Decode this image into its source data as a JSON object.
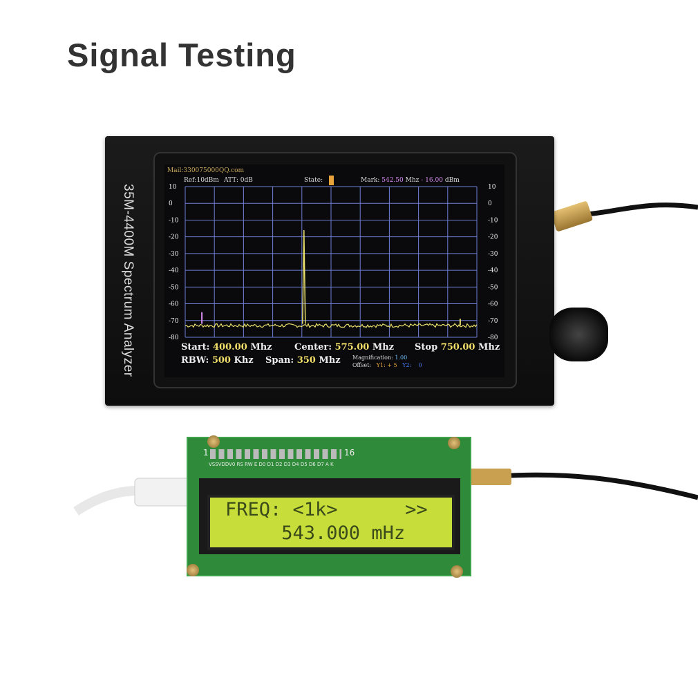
{
  "title": "Signal Testing",
  "analyzer": {
    "side_label": "35M-4400M Spectrum Analyzer",
    "mail": "Mail:330075000QQ.com",
    "ref": "Ref:10dBm",
    "att": "ATT: 0dB",
    "state": "State:",
    "mark_label": "Mark:",
    "mark_freq": "542.50",
    "mark_unit": "Mhz",
    "mark_level": "- 16.00",
    "mark_level_unit": "dBm",
    "y_ticks": [
      "10",
      "0",
      "-10",
      "-20",
      "-30",
      "-40",
      "-50",
      "-60",
      "-70",
      "-80"
    ],
    "start_label": "Start:",
    "start_value": "400.00",
    "start_unit": "Mhz",
    "center_label": "Center:",
    "center_value": "575.00",
    "center_unit": "Mhz",
    "stop_label": "Stop",
    "stop_value": "750.00",
    "stop_unit": "Mhz",
    "rbw_label": "RBW:",
    "rbw_value": "500",
    "rbw_unit": "Khz",
    "span_label": "Span:",
    "span_value": "350",
    "span_unit": "Mhz",
    "magnification_label": "Magnification:",
    "magnification_value": "1.00",
    "offset_label": "Offset:",
    "y1_label": "Y1: +",
    "y1_value": "5",
    "y2_label": "Y2:",
    "y2_value": "0",
    "peak_freq_mhz": 542.5,
    "peak_level_dbm": -16,
    "noise_floor_dbm": -73
  },
  "lcd_module": {
    "line1": "FREQ: <1k>      >>",
    "line2": "     543.000 mHz",
    "pin_labels": "VSSVDDV0 RS RW E D0 D1 D2 D3 D4 D5 D6 D7 A K",
    "pin_1": "1",
    "pin_16": "16"
  },
  "colors": {
    "trace": "#e8df6a",
    "grid": "#6f7fd6",
    "lcd_bg": "#c6dd3a",
    "pcb": "#2f8a3a"
  }
}
